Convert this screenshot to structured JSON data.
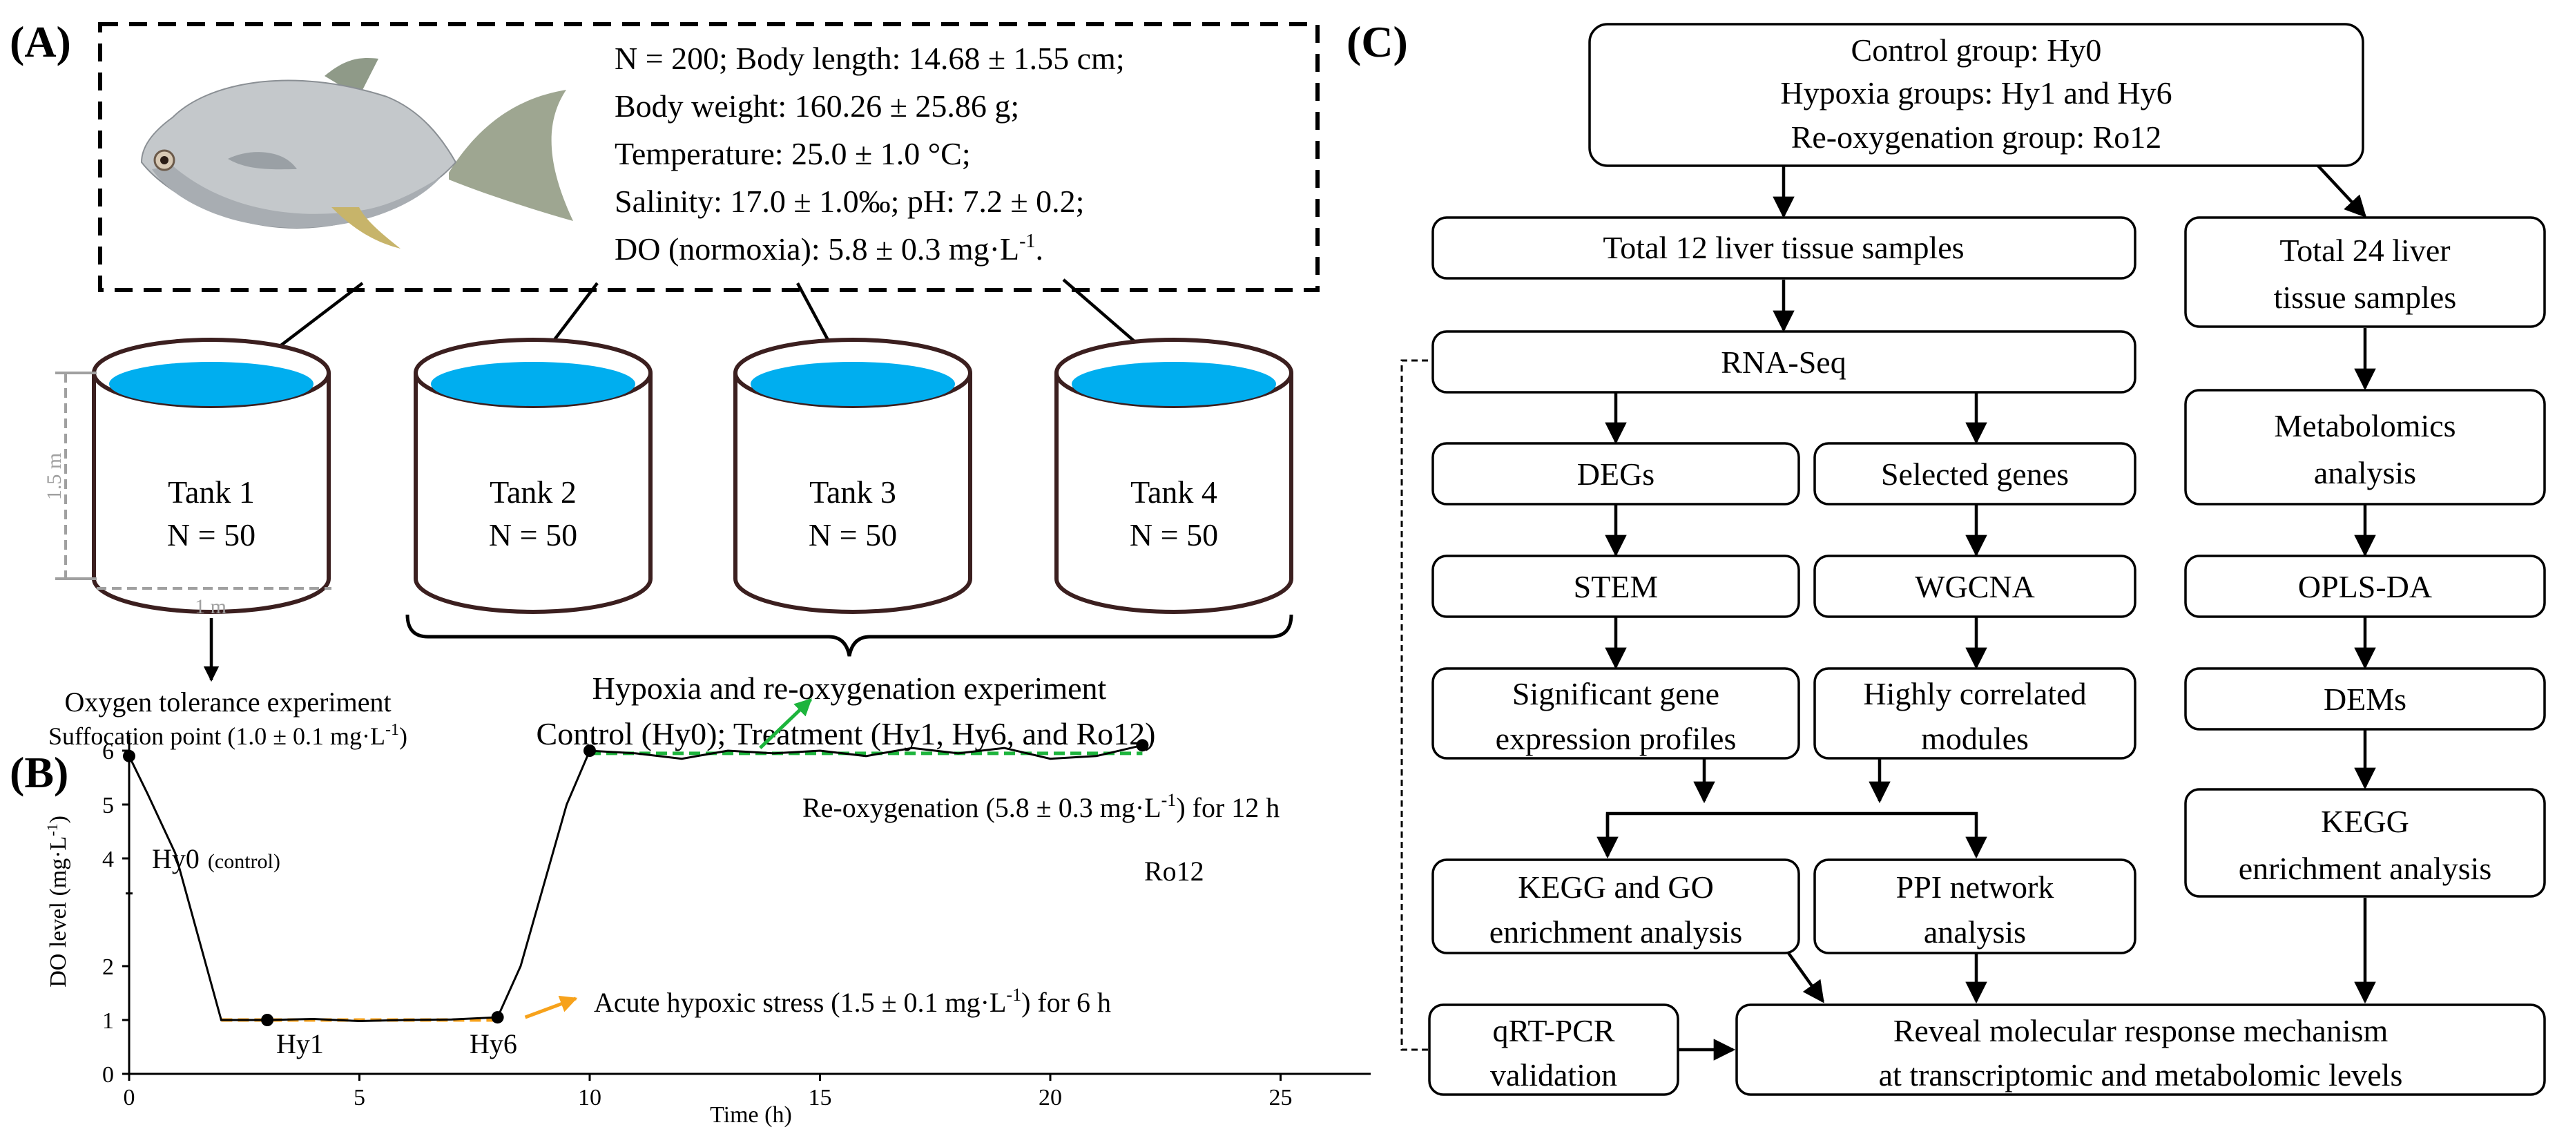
{
  "panels": {
    "a": "(A)",
    "b": "(B)",
    "c": "(C)"
  },
  "colors": {
    "water": "#00aeef",
    "tank_stroke": "#3b1f1f",
    "hypoxia": "#f7a21b",
    "reoxygenation": "#1db43c",
    "dim_gray": "#a0a0a0"
  },
  "panel_a": {
    "info_lines": [
      "N = 200; Body length: 14.68 ± 1.55 cm;",
      "Body weight: 160.26 ± 25.86 g;",
      "Temperature: 25.0 ± 1.0 °C;",
      "Salinity: 17.0 ± 1.0‰; pH: 7.2 ± 0.2;",
      "DO (normoxia): 5.8 ± 0.3 mg·L"
    ],
    "info_superscript": "-1",
    "info_end": ".",
    "tanks": [
      {
        "name": "Tank 1",
        "n": "N = 50"
      },
      {
        "name": "Tank 2",
        "n": "N = 50"
      },
      {
        "name": "Tank 3",
        "n": "N = 50"
      },
      {
        "name": "Tank 4",
        "n": "N = 50"
      }
    ],
    "height_label": "1.5 m",
    "width_label": "1 m",
    "tolerance_title": "Oxygen tolerance experiment",
    "tolerance_sub": "Suffocation point (1.0 ± 0.1 mg·L",
    "tolerance_sup": "-1",
    "tolerance_end": ")",
    "hypoxia_title": "Hypoxia and re-oxygenation experiment",
    "hypoxia_sub": "Control (Hy0); Treatment (Hy1, Hy6, and Ro12)"
  },
  "panel_b": {
    "reox_pre": "Re-oxygenation (5.8 ± 0.3 mg·L",
    "reox_sup": "-1",
    "reox_post": ") for 12 h",
    "stress_pre": "Acute hypoxic stress (1.5 ± 0.1 mg·L",
    "stress_sup": "-1",
    "stress_post": ") for 6 h",
    "point_labels": {
      "hy0": "Hy0",
      "hy0_sub": "(control)",
      "hy1": "Hy1",
      "hy6": "Hy6",
      "ro12": "Ro12"
    }
  },
  "chart_data": {
    "type": "line",
    "xlabel": "Time (h)",
    "ylabel": "DO level (mg·L",
    "ylabel_sup": "-1",
    "ylabel_end": ")",
    "xlim": [
      0,
      27
    ],
    "ylim": [
      0,
      6.5
    ],
    "xticks": [
      "0",
      "5",
      "10",
      "15",
      "20",
      "25"
    ],
    "yticks": [
      "0",
      "1",
      "2",
      "4",
      "5",
      "6"
    ],
    "series": [
      {
        "x": [
          0,
          0.4,
          1,
          2,
          3,
          4,
          5,
          6,
          7,
          8,
          8.5,
          9,
          9.5,
          10,
          11,
          12,
          13,
          14,
          15,
          16,
          17,
          18,
          19,
          20,
          21,
          22
        ],
        "y": [
          5.9,
          5.2,
          4.1,
          1.0,
          1.0,
          1.02,
          0.98,
          1.0,
          1.01,
          1.05,
          2.0,
          3.5,
          5.0,
          6.0,
          5.95,
          5.85,
          6.0,
          5.95,
          6.0,
          5.9,
          6.05,
          5.95,
          6.05,
          5.85,
          5.9,
          6.1
        ]
      }
    ],
    "sample_points": [
      {
        "label": "Hy0",
        "x": 0,
        "y": 5.9
      },
      {
        "label": "Hy1",
        "x": 3,
        "y": 1.0
      },
      {
        "label": "Hy6",
        "x": 8,
        "y": 1.05
      },
      {
        "label": "",
        "x": 10,
        "y": 6.0
      },
      {
        "label": "Ro12",
        "x": 22,
        "y": 6.1
      }
    ],
    "hypoxia_level": {
      "x": [
        2,
        8
      ],
      "y": 1.0
    },
    "reoxygenation_level": {
      "x": [
        10,
        22
      ],
      "y": 5.95
    }
  },
  "panel_c": {
    "top_box": [
      "Control group: Hy0",
      "Hypoxia groups: Hy1 and Hy6",
      "Re-oxygenation group: Ro12"
    ],
    "liver12": "Total 12 liver tissue samples",
    "liver24": [
      "Total 24 liver",
      "tissue samples"
    ],
    "rnaseq": "RNA-Seq",
    "degs": "DEGs",
    "selected": "Selected genes",
    "metabolomics": [
      "Metabolomics",
      "analysis"
    ],
    "stem": "STEM",
    "wgcna": "WGCNA",
    "oplsda": "OPLS-DA",
    "sig_profiles": [
      "Significant gene",
      "expression profiles"
    ],
    "modules": [
      "Highly correlated",
      "modules"
    ],
    "dems": "DEMs",
    "kegg_go": [
      "KEGG and GO",
      "enrichment analysis"
    ],
    "ppi": [
      "PPI network",
      "analysis"
    ],
    "kegg": [
      "KEGG",
      "enrichment analysis"
    ],
    "qrtpcr": [
      "qRT-PCR",
      "validation"
    ],
    "reveal": [
      "Reveal molecular response mechanism",
      "at transcriptomic and metabolomic levels"
    ]
  }
}
